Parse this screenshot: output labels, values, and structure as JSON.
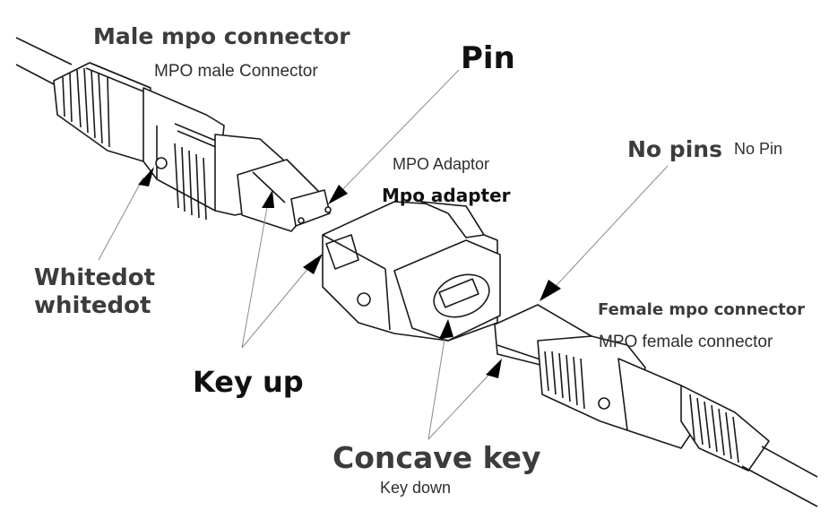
{
  "diagram": {
    "title": "MPO connector, adapter and key orientation",
    "colors": {
      "line": "#1a1a1a",
      "label_bold": "#3c3c3c",
      "label_dark": "#111111",
      "label_thin": "#2e2e2e",
      "leader": "#8a8a8a"
    },
    "labels": {
      "male_en_bold": "Male mpo connector",
      "male_en": "MPO male Connector",
      "pin_bold": "Pin",
      "adaptor": "MPO Adaptor",
      "adapter_bold": "Mpo adapter",
      "no_pins_bold": "No pins",
      "no_pin": "No Pin",
      "female_bold": "Female mpo connector",
      "female_en": "MPO female connector",
      "whitedot_bold": "Whitedot",
      "whitedot": "whitedot",
      "key_up_bold": "Key up",
      "concave_key_bold": "Concave key",
      "key_down": "Key down"
    },
    "components": [
      {
        "id": "male-connector",
        "name": "MPO male connector",
        "features": [
          "pins",
          "key up",
          "white dot"
        ]
      },
      {
        "id": "adapter",
        "name": "MPO adapter",
        "features": [
          "key up slot",
          "concave key"
        ]
      },
      {
        "id": "female-connector",
        "name": "MPO female connector",
        "features": [
          "no pins",
          "key down"
        ]
      }
    ]
  }
}
